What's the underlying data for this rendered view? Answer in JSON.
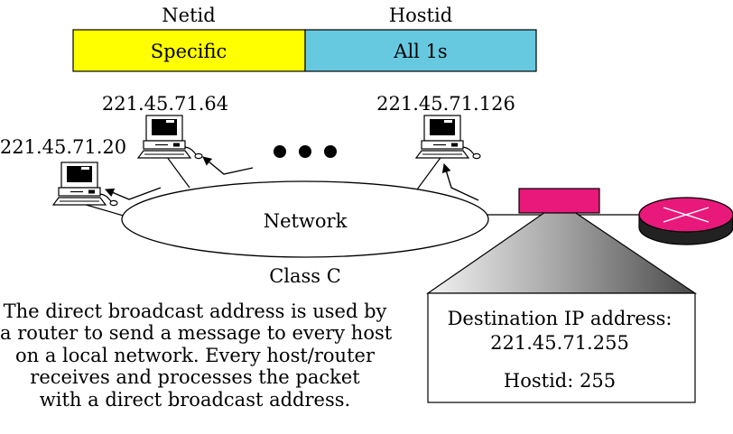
{
  "address_format": {
    "netid_label": "Netid",
    "hostid_label": "Hostid",
    "netid_value": "Specific",
    "hostid_value": "All 1s",
    "netid_color": "#ffff00",
    "hostid_color": "#66c9e0"
  },
  "hosts": [
    {
      "address": "221.45.71.20",
      "icon": "computer-icon"
    },
    {
      "address": "221.45.71.64",
      "icon": "computer-icon"
    },
    {
      "address": "221.45.71.126",
      "icon": "computer-icon"
    }
  ],
  "network": {
    "label": "Network",
    "class_label": "Class C",
    "more_hosts_icon": "ellipsis-dots"
  },
  "router": {
    "icon": "router-icon",
    "color": "#e8197a"
  },
  "packet": {
    "color": "#e8197a",
    "detail": {
      "line1": "Destination IP address:",
      "line2": "221.45.71.255",
      "line3": "Hostid: 255"
    }
  },
  "caption": [
    "The direct broadcast address is used by",
    "a router to send a message to every host",
    "on a local network. Every host/router",
    "receives and processes the packet",
    "with a direct broadcast address."
  ]
}
